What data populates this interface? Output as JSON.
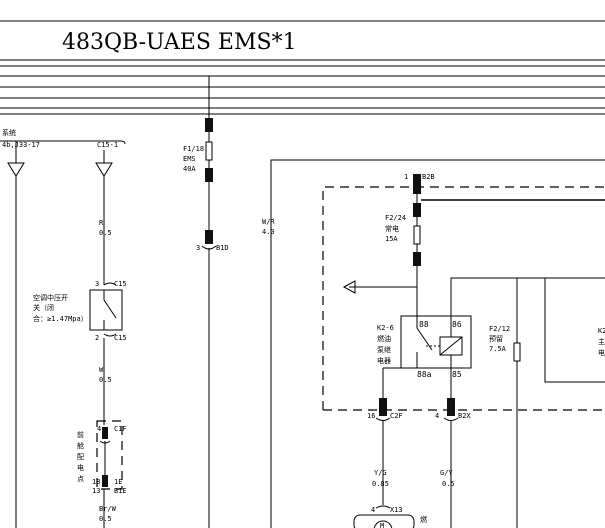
{
  "title": "483QB-UAES EMS*1",
  "left_system": {
    "label": "系统",
    "connector_a": "4b,J33-17",
    "connector_b": "C15-1"
  },
  "ac_switch": {
    "wire_color": "R",
    "wire_gauge": "0.5",
    "pin_top": "3",
    "connector_top": "C15",
    "pin_bottom": "2",
    "connector_bottom": "C15",
    "label_line1": "空调中压开",
    "label_line2": "关（闭",
    "label_line3": "合：≥1.47Mpa）"
  },
  "dist_point": {
    "wire_color": "W",
    "wire_gauge": "0.5",
    "pin_top": "4",
    "connector_top": "C1F",
    "label": [
      "前",
      "舱",
      "配",
      "电",
      "点"
    ],
    "pin_left": "18",
    "pin_right": "1E",
    "pin_num": "13",
    "connector_bottom": "B1E",
    "wire_color_out": "Br/W",
    "wire_gauge_out": "0.5"
  },
  "fuse_f1": {
    "name": "F1/18",
    "label": "EMS",
    "rating": "40A",
    "pin": "3",
    "connector": "B1D"
  },
  "main_wire": {
    "color": "W/R",
    "gauge": "4.0"
  },
  "fuse_f2_24": {
    "pin_top": "1",
    "connector_top": "B2B",
    "name": "F2/24",
    "label": "常电",
    "rating": "15A"
  },
  "relay_k2": {
    "name": "K2-6",
    "label_line1": "燃油",
    "label_line2": "泵继",
    "label_line3": "电器",
    "pin_88": "88",
    "pin_86": "86",
    "pin_88a": "88a",
    "pin_85": "85"
  },
  "fuse_f2_12": {
    "name": "F2/12",
    "label": "预留",
    "rating": "7.5A"
  },
  "right_edge": {
    "label_line1": "K2",
    "label_line2": "主",
    "label_line3": "电"
  },
  "lower_connectors": {
    "left_pin": "16",
    "left_connector": "C2F",
    "right_pin": "4",
    "right_connector": "B2X"
  },
  "lower_wires": {
    "left_color": "Y/G",
    "left_gauge": "0.85",
    "right_color": "G/Y",
    "right_gauge": "0.5"
  },
  "pump": {
    "pin": "4",
    "connector": "X13",
    "symbol": "M",
    "label": "燃"
  }
}
